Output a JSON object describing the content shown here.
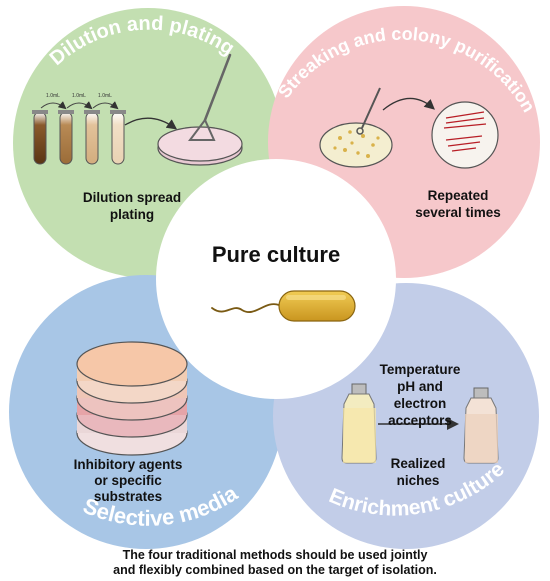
{
  "colors": {
    "dilution_quadrant": "#c3dfb1",
    "streaking_quadrant": "#f6c8cb",
    "selective_quadrant": "#a8c6e6",
    "enrichment_quadrant": "#c2cde8",
    "bacterium_body": "#e0b437"
  },
  "center": {
    "title": "Pure culture",
    "icon": "rod-bacterium-with-flagellum-icon"
  },
  "quadrants": {
    "dilution": {
      "title": "Dilution and plating",
      "caption_line1": "Dilution spread",
      "caption_line2": "plating",
      "tube_labels": [
        "1.0mL",
        "1.0mL",
        "1.0mL"
      ],
      "icons": [
        "test-tube-icon",
        "petri-dish-icon",
        "spreader-icon"
      ]
    },
    "streaking": {
      "title": "Streaking and colony purification",
      "caption_line1": "Repeated",
      "caption_line2": "several times",
      "icons": [
        "petri-dish-icon",
        "inoculating-loop-icon"
      ]
    },
    "selective": {
      "title": "Selective media",
      "caption_line1": "Inhibitory agents",
      "caption_line2": "or specific",
      "caption_line3": "substrates",
      "icons": [
        "stacked-petri-dishes-icon"
      ]
    },
    "enrichment": {
      "title": "Enrichment culture",
      "cond_line1": "Temperature",
      "cond_line2": "pH and",
      "cond_line3": "electron",
      "cond_line4": "acceptors",
      "niche_line1": "Realized",
      "niche_line2": "niches",
      "icons": [
        "culture-bottle-icon",
        "culture-bottle-icon"
      ]
    }
  },
  "footer": {
    "line1": "The four traditional methods should be used jointly",
    "line2": "and flexibly combined based on the target of isolation."
  }
}
